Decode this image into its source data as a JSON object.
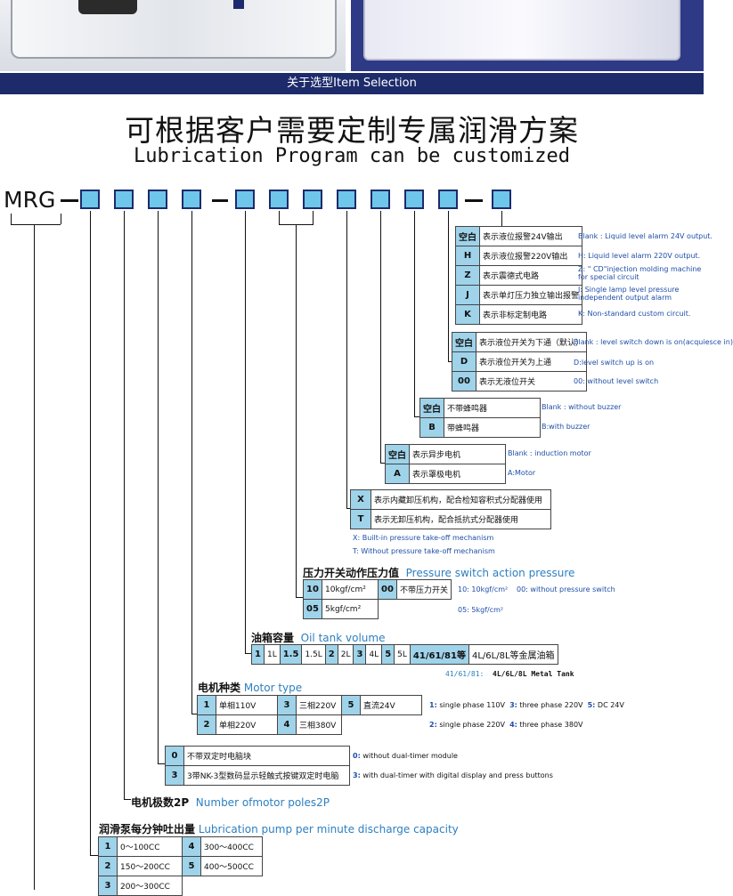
{
  "banner": "关于选型Item Selection",
  "title_cn": "可根据客户需要定制专属润滑方案",
  "title_en": "Lubrication Program can be customized",
  "code_prefix": "MRG",
  "alarm_table": [
    {
      "k": "空白",
      "cn": "表示液位报警24V输出",
      "en": "Blank : Liquid level alarm 24V output."
    },
    {
      "k": "H",
      "cn": "表示液位报警220V输出",
      "en": "H: Liquid level alarm 220V output."
    },
    {
      "k": "Z",
      "cn": "表示震德式电路",
      "en": "Z: \" CD\"injection molding machine for special circuit"
    },
    {
      "k": "J",
      "cn": "表示单灯压力独立输出报警",
      "en": "J: Single lamp level pressure independent output alarm"
    },
    {
      "k": "K",
      "cn": "表示非标定制电路",
      "en": "K: Non-standard custom circuit."
    }
  ],
  "level_table": [
    {
      "k": "空白",
      "cn": "表示液位开关为下通（默认）",
      "en": "Blank : level switch down is on(acquiesce in)"
    },
    {
      "k": "D",
      "cn": "表示液位开关为上通",
      "en": "D:level switch up is on"
    },
    {
      "k": "00",
      "cn": "表示无液位开关",
      "en": "00: without level switch"
    }
  ],
  "buzzer_table": [
    {
      "k": "空白",
      "cn": "不带蜂鸣器",
      "en": "Blank : without buzzer"
    },
    {
      "k": "B",
      "cn": "带蜂鸣器",
      "en": "B:with buzzer"
    }
  ],
  "motor_table": [
    {
      "k": "空白",
      "cn": "表示异步电机",
      "en": "Blank : induction motor"
    },
    {
      "k": "A",
      "cn": "表示罩极电机",
      "en": "A:Motor"
    }
  ],
  "pressure_mech_table": [
    {
      "k": "X",
      "cn": "表示内藏卸压机构，配合检知容积式分配器使用"
    },
    {
      "k": "T",
      "cn": "表示无卸压机构，配合抵抗式分配器使用"
    }
  ],
  "pressure_mech_notes": [
    "X: Built-in pressure take-off mechanism",
    "T: Without pressure take-off mechanism"
  ],
  "pressure_switch": {
    "head_cn": "压力开关动作压力值",
    "head_en": "Pressure switch action pressure",
    "row1": [
      "10",
      "10kgf/cm²",
      "00",
      "不带压力开关"
    ],
    "row2": [
      "05",
      "5kgf/cm²"
    ],
    "note1a": "10: 10kgf/cm²",
    "note1b": "00: without pressure switch",
    "note2": "05: 5kgf/cm²"
  },
  "tank": {
    "head_cn": "油箱容量",
    "head_en": "Oil tank volume",
    "cells": [
      "1",
      "1L",
      "1.5",
      "1.5L",
      "2",
      "2L",
      "3",
      "4L",
      "5",
      "5L",
      "41/61/81等",
      "4L/6L/8L等金属油箱"
    ],
    "note_a": "41/61/81:",
    "note_b": "4L/6L/8L Metal Tank"
  },
  "motor_type": {
    "head_cn": "电机种类",
    "head_en": "Motor type",
    "row1": [
      "1",
      "单相110V",
      "3",
      "三相220V",
      "5",
      "直流24V"
    ],
    "row2": [
      "2",
      "单相220V",
      "4",
      "三相380V"
    ],
    "note1a": "1:",
    "note1b": "single phase 110V",
    "note1c": "3:",
    "note1d": "three phase 220V",
    "note1e": "5:",
    "note1f": "DC 24V",
    "note2a": "2:",
    "note2b": "single phase 220V",
    "note2c": "4:",
    "note2d": "three phase 380V"
  },
  "timer_table": [
    {
      "k": "0",
      "cn": "不带双定时电脑块",
      "en_k": "0:",
      "en": "without dual-timer module"
    },
    {
      "k": "3",
      "cn": "3带NK-3型数码显示轻触式按键双定时电脑",
      "en_k": "3:",
      "en": "with dual-timer with digital display and press buttons"
    }
  ],
  "poles": {
    "head_cn": "电机极数2P",
    "head_en": "Number ofmotor poles2P"
  },
  "discharge": {
    "head_cn": "润滑泵每分钟吐出量",
    "head_en": "Lubrication pump per minute discharge capacity",
    "row1": [
      "1",
      "0～100CC",
      "4",
      "300～400CC"
    ],
    "row2": [
      "2",
      "150～200CC",
      "5",
      "400～500CC"
    ],
    "row3": [
      "3",
      "200～300CC"
    ]
  }
}
